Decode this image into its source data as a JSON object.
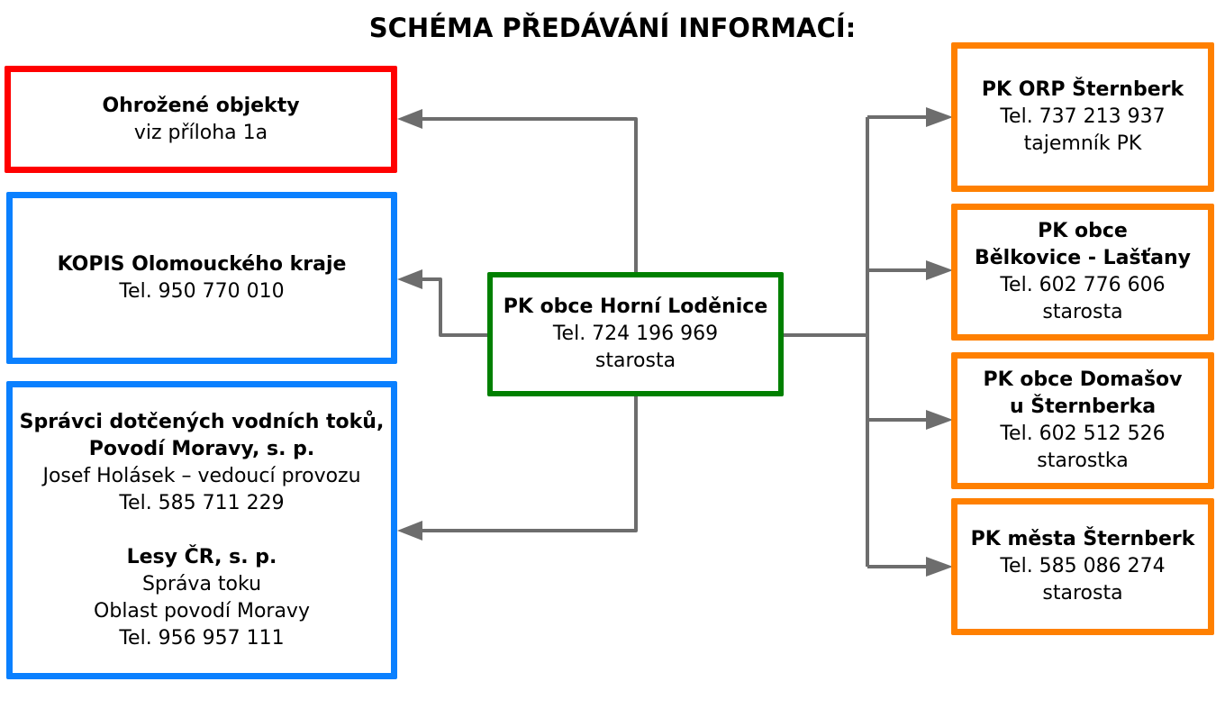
{
  "title": "SCHÉMA PŘEDÁVÁNÍ INFORMACÍ:",
  "colors": {
    "threatened": "#ff0000",
    "regional": "#0a80ff",
    "center": "#008000",
    "neighbors": "#ff8000",
    "connector": "#6d6d6d"
  },
  "center": {
    "name": "PK obce Horní Loděnice",
    "phone": "Tel. 724 196 969",
    "role": "starosta"
  },
  "left": {
    "threatened": {
      "name": "Ohrožené objekty",
      "note": "viz příloha 1a"
    },
    "kopis": {
      "name": "KOPIS Olomouckého kraje",
      "phone": "Tel. 950 770 010"
    },
    "water": {
      "org1_line1": "Správci dotčených vodních toků,",
      "org1_line2": "Povodí Moravy, s. p.",
      "org1_contact": "Josef Holásek – vedoucí provozu",
      "org1_phone": "Tel. 585 711 229",
      "org2_name": "Lesy ČR, s. p.",
      "org2_unit": "Správa toku",
      "org2_area": "Oblast povodí Moravy",
      "org2_phone": "Tel. 956 957 111"
    }
  },
  "right": [
    {
      "name_line1": "PK ORP Šternberk",
      "name_line2": "",
      "phone": "Tel. 737 213 937",
      "role": "tajemník PK"
    },
    {
      "name_line1": "PK obce",
      "name_line2": "Bělkovice - Lašťany",
      "phone": "Tel. 602 776 606",
      "role": "starosta"
    },
    {
      "name_line1": "PK obce Domašov",
      "name_line2": "u Šternberka",
      "phone": "Tel. 602 512 526",
      "role": "starostka"
    },
    {
      "name_line1": "PK města Šternberk",
      "name_line2": "",
      "phone": "Tel. 585 086 274",
      "role": "starosta"
    }
  ]
}
